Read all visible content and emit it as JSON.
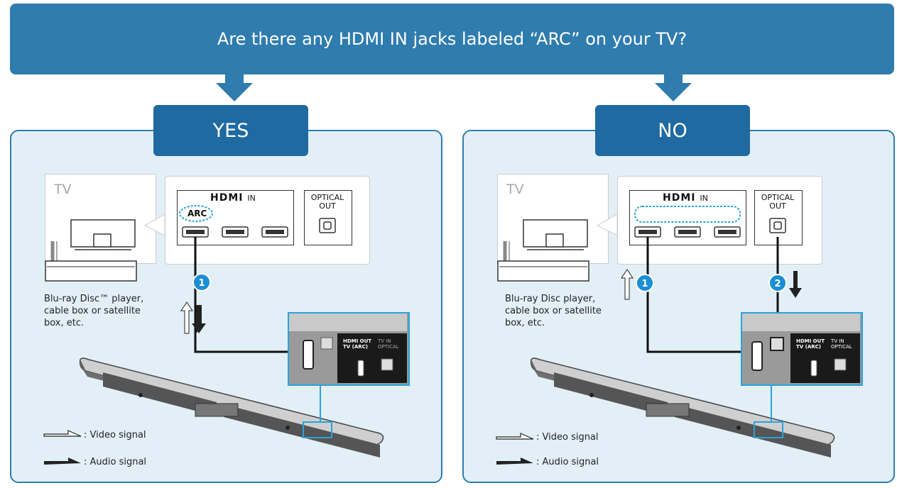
{
  "question": "Are there any HDMI IN jacks labeled “ARC” on your TV?",
  "yes": {
    "answer": "YES",
    "tv_label": "TV",
    "hdmi_in": "HDMI",
    "hdmi_in_suffix": "IN",
    "arc_label": "ARC",
    "optical_out": [
      "OPTICAL",
      "OUT"
    ],
    "device_caption": [
      "Blu-ray Disc™ player,",
      "cable box or satellite",
      "box, etc."
    ],
    "step": "1",
    "bar_port_labels": {
      "hdmi_out": "HDMI OUT",
      "tv_arc": "TV (ARC)",
      "tv_in": "TV IN",
      "optical": "OPTICAL"
    },
    "legend": [
      {
        "symbol": "video-arrow",
        "label": ": Video signal"
      },
      {
        "symbol": "audio-arrow",
        "label": ": Audio signal"
      }
    ]
  },
  "no": {
    "answer": "NO",
    "tv_label": "TV",
    "hdmi_in": "HDMI",
    "hdmi_in_suffix": "IN",
    "optical_out": [
      "OPTICAL",
      "OUT"
    ],
    "device_caption": [
      "Blu-ray Disc player,",
      "cable box or satellite",
      "box, etc."
    ],
    "steps": [
      "1",
      "2"
    ],
    "bar_port_labels": {
      "hdmi_out": "HDMI OUT",
      "tv_arc": "TV (ARC)",
      "tv_in": "TV IN",
      "optical": "OPTICAL"
    },
    "legend": [
      {
        "symbol": "video-arrow",
        "label": ": Video signal"
      },
      {
        "symbol": "audio-arrow",
        "label": ": Audio signal"
      }
    ]
  },
  "colors": {
    "banner": "#2f7cae",
    "answer_box": "#1f6aa0",
    "panel_bg": "#e2eff7",
    "highlight": "#29a3dd",
    "step_badge": "#1b8fd6"
  }
}
